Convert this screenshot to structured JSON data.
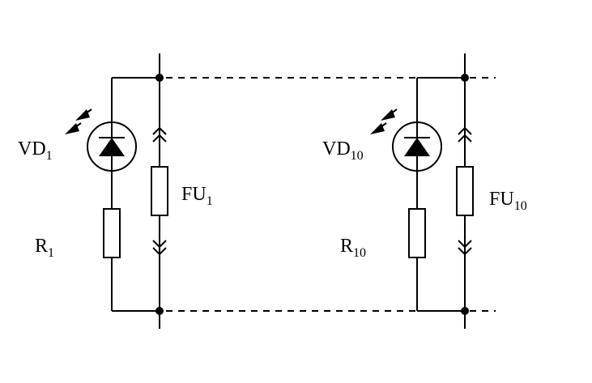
{
  "colors": {
    "line": "#000000",
    "background": "#ffffff"
  },
  "cells": [
    {
      "diode": {
        "base": "VD",
        "index": "1"
      },
      "fuse": {
        "base": "FU",
        "index": "1"
      },
      "resistor": {
        "base": "R",
        "index": "1"
      }
    },
    {
      "diode": {
        "base": "VD",
        "index": "10"
      },
      "fuse": {
        "base": "FU",
        "index": "10"
      },
      "resistor": {
        "base": "R",
        "index": "10"
      }
    }
  ]
}
